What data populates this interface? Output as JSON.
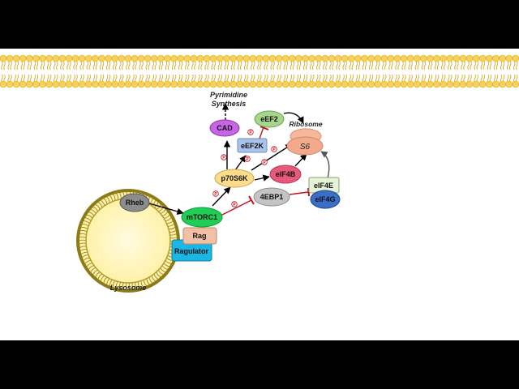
{
  "diagram": {
    "labels": {
      "pyrimidine_line1": "Pyrimidine",
      "pyrimidine_line2": "Synthesis",
      "ribosome": "Ribosome",
      "lysosome": "Lysosome",
      "phospho": "P"
    },
    "nodes": {
      "rheb": "Rheb",
      "mtorc1": "mTORC1",
      "rag": "Rag",
      "ragulator": "Ragulator",
      "p70s6k": "p70S6K",
      "cad": "CAD",
      "eef2k": "eEF2K",
      "eef2": "eEF2",
      "s6": "S6",
      "eif4b": "eIF4B",
      "4ebp1": "4EBP1",
      "eif4e": "eIF4E",
      "eif4g": "eIF4G"
    },
    "colors": {
      "membrane_head": "#f6d25c",
      "membrane_tail": "#d9a91e",
      "rheb": "#8c8c8c",
      "mtorc1": "#1fcf55",
      "rag": "#f2c0a5",
      "ragulator": "#1ab7e4",
      "p70s6k": "#fcdc8a",
      "cad": "#c864e6",
      "eef2k": "#a9c3ea",
      "eef2": "#a6d68c",
      "s6": "#f3aa8c",
      "eif4b": "#e8587a",
      "4ebp1": "#c4c4c4",
      "eif4e": "#e7f3d8",
      "eif4g": "#3a6fc7",
      "inhibit": "#c0111c",
      "lysosome_fill": "#fff4b8",
      "lysosome_ring": "#8d7a18"
    }
  }
}
